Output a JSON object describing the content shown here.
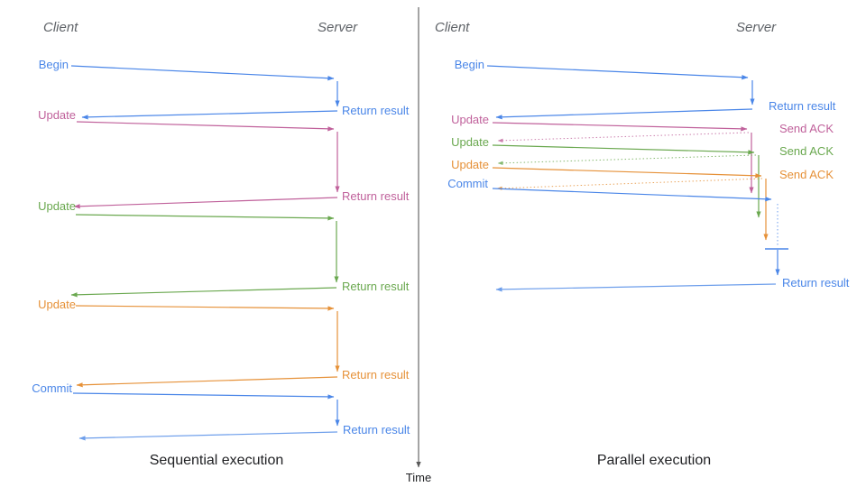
{
  "palette": {
    "blue": "#4a86e8",
    "blue_light": "#6d9eeb",
    "pink": "#c0619b",
    "green": "#6aa84f",
    "orange": "#e69138",
    "axis_gray": "#595959",
    "header_gray": "#5f6368",
    "caption_dark": "#202124"
  },
  "time_axis": {
    "label": "Time"
  },
  "sequential": {
    "client_header": "Client",
    "server_header": "Server",
    "caption": "Sequential execution",
    "steps": [
      {
        "request": "Begin",
        "response": "Return result"
      },
      {
        "request": "Update",
        "response": "Return result"
      },
      {
        "request": "Update",
        "response": "Return result"
      },
      {
        "request": "Update",
        "response": "Return result"
      },
      {
        "request": "Commit",
        "response": "Return result"
      }
    ]
  },
  "parallel": {
    "client_header": "Client",
    "server_header": "Server",
    "caption": "Parallel execution",
    "steps": [
      {
        "request": "Begin",
        "response": "Return result"
      },
      {
        "request": "Update",
        "response": "Send ACK"
      },
      {
        "request": "Update",
        "response": "Send ACK"
      },
      {
        "request": "Update",
        "response": "Send ACK"
      },
      {
        "request": "Commit",
        "response": "Return result"
      }
    ]
  }
}
